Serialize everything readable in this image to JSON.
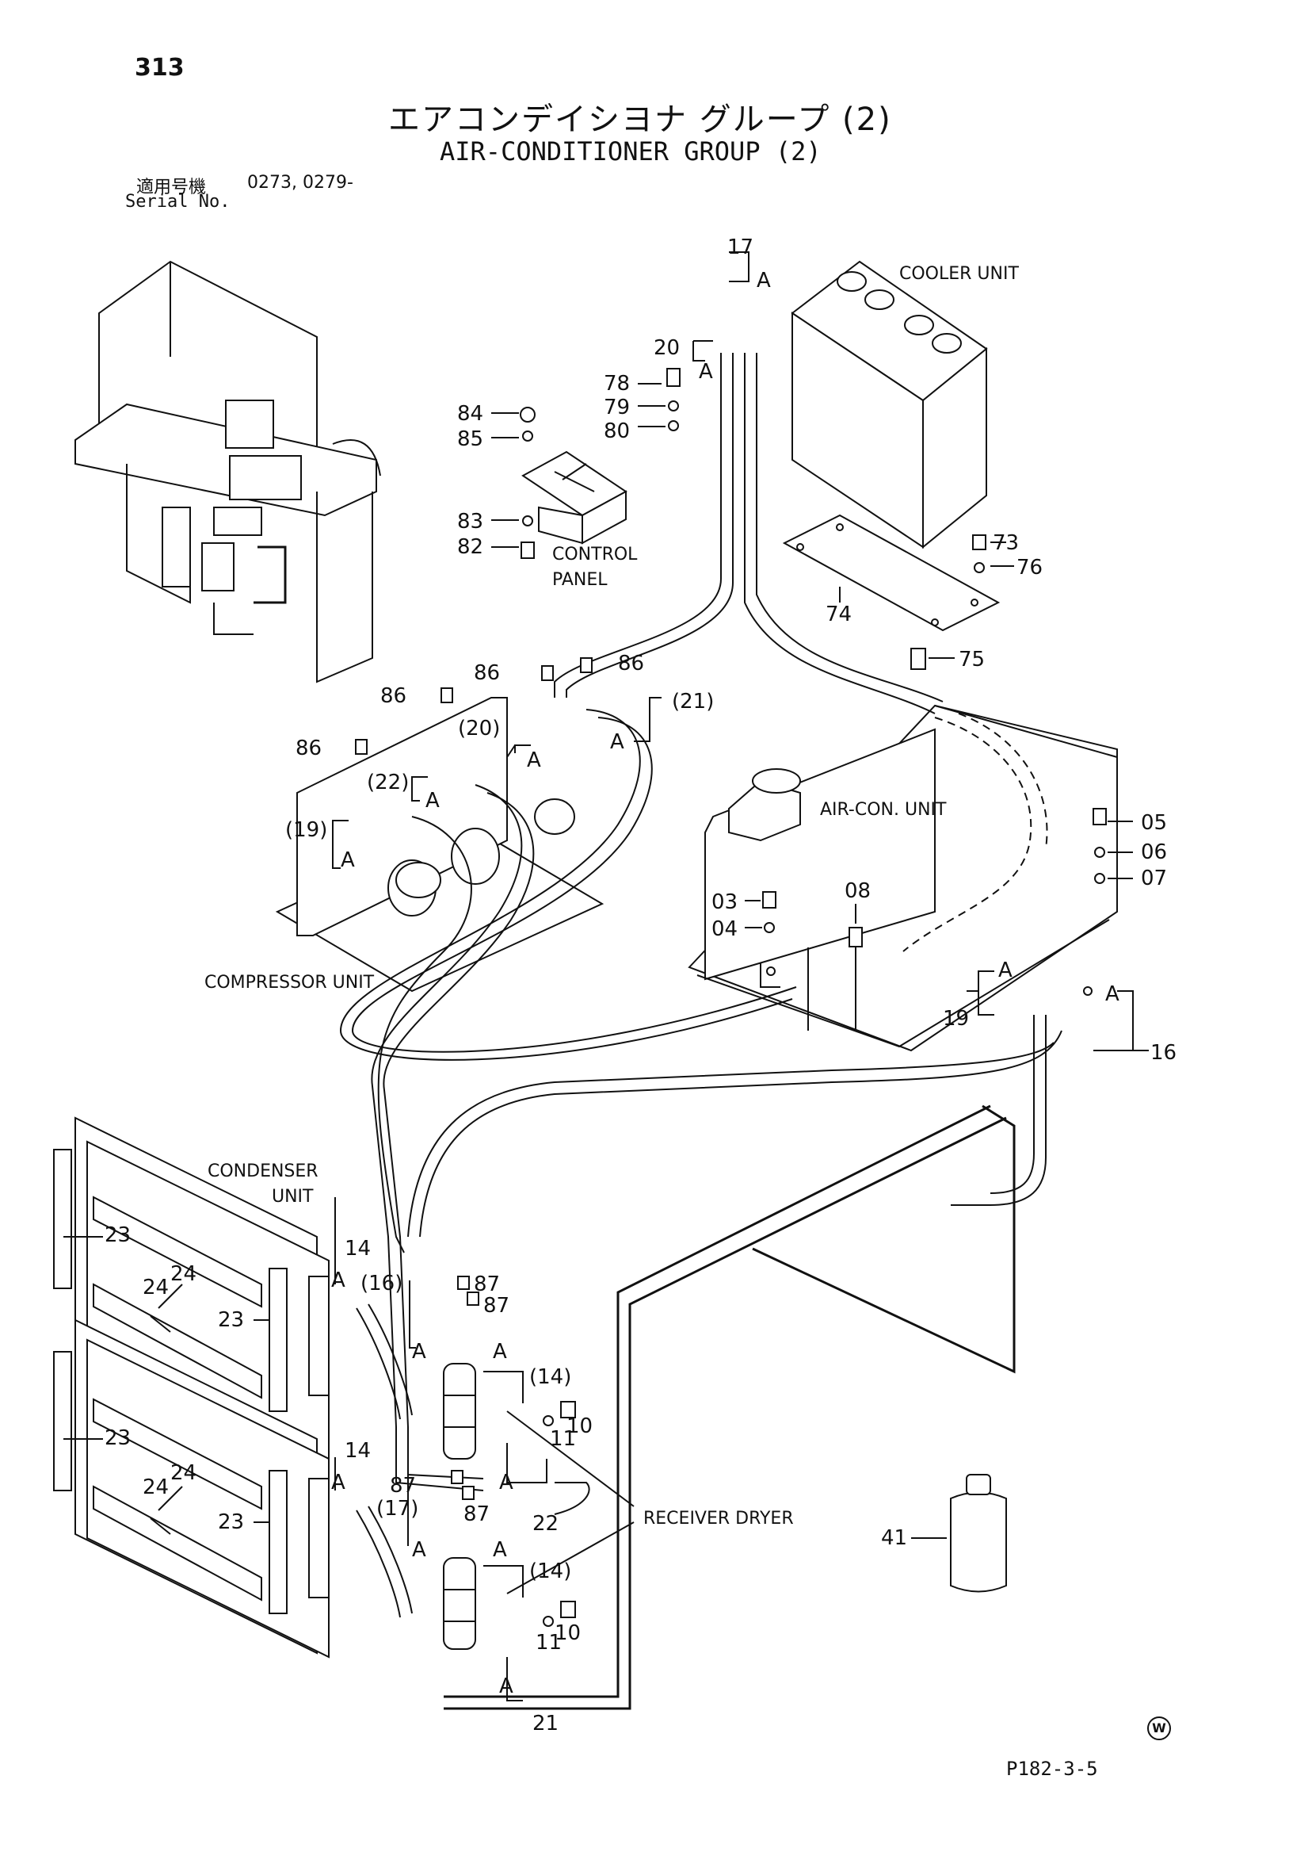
{
  "header": {
    "page_number": "313",
    "title_jp": "エアコンデイシヨナ グループ (2)",
    "title_en": "AIR-CONDITIONER GROUP (2)",
    "serial_label_jp": "適用号機",
    "serial_numbers": "0273, 0279-",
    "serial_label_en": "Serial No."
  },
  "units": {
    "cooler": "COOLER UNIT",
    "control_1": "CONTROL",
    "control_2": "PANEL",
    "aircon": "AIR-CON. UNIT",
    "compressor": "COMPRESSOR UNIT",
    "condenser_1": "CONDENSER",
    "condenser_2": "UNIT",
    "receiver": "RECEIVER DRYER"
  },
  "parts": {
    "p17": "17",
    "p20": "20",
    "p78": "78",
    "p79": "79",
    "p80": "80",
    "p84": "84",
    "p85": "85",
    "p83": "83",
    "p82": "82",
    "p73": "73",
    "p76": "76",
    "p74": "74",
    "p75": "75",
    "p86a": "86",
    "p86b": "86",
    "p86c": "86",
    "p86d": "86",
    "p21p": "(21)",
    "p20p": "(20)",
    "p22p": "(22)",
    "p19p": "(19)",
    "p05": "05",
    "p06": "06",
    "p07": "07",
    "p03": "03",
    "p04": "04",
    "p08": "08",
    "p19": "19",
    "p16": "16",
    "p23a": "23",
    "p23b": "23",
    "p23c": "23",
    "p23d": "23",
    "p24a": "24",
    "p24b": "24",
    "p24c": "24",
    "p24d": "24",
    "p14a": "14",
    "p14b": "14",
    "p16p": "(16)",
    "p17p": "(17)",
    "p87a": "87",
    "p87b": "87",
    "p87c": "87",
    "p87d": "87",
    "p14pa": "(14)",
    "p14pb": "(14)",
    "p10a": "10",
    "p11a": "11",
    "p10b": "10",
    "p11b": "11",
    "p22": "22",
    "p21": "21",
    "p41": "41",
    "a": "A"
  },
  "footer": {
    "watermark": "W",
    "ref_code": "P182-3-5"
  }
}
